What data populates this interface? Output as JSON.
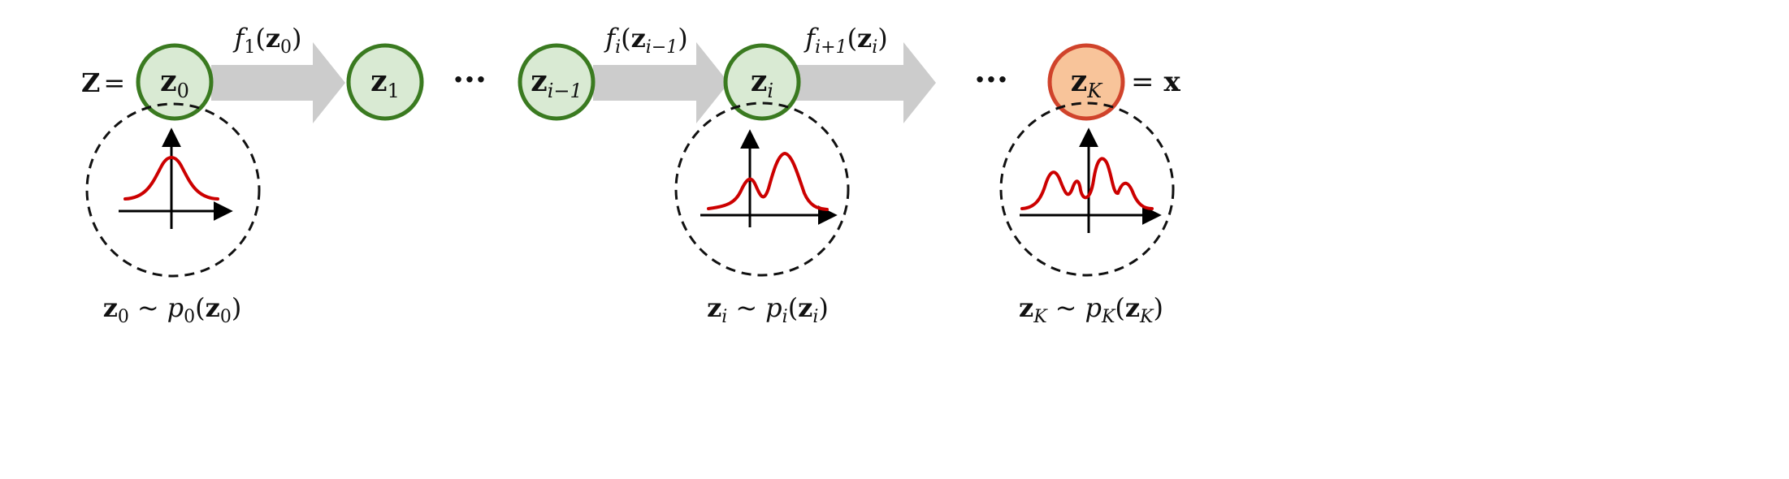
{
  "diagram": {
    "prefix": {
      "letter": "Z",
      "equals": "="
    },
    "suffix": {
      "equals": "=",
      "letter": "x"
    },
    "ellipsis": "···",
    "tilde": "~",
    "nodes": [
      {
        "base": "z",
        "sub": "0",
        "kind": "normal"
      },
      {
        "base": "z",
        "sub": "1",
        "kind": "normal"
      },
      {
        "base": "z",
        "sub": "i−1",
        "kind": "normal"
      },
      {
        "base": "z",
        "sub": "i",
        "kind": "normal"
      },
      {
        "base": "z",
        "sub": "K",
        "kind": "output"
      }
    ],
    "flows": [
      {
        "f": "f",
        "sub": "1",
        "lp": "(",
        "arg_base": "z",
        "arg_sub": "0",
        "rp": ")"
      },
      {
        "f": "f",
        "sub": "i",
        "lp": "(",
        "arg_base": "z",
        "arg_sub": "i−1",
        "rp": ")"
      },
      {
        "f": "f",
        "sub": "i+1",
        "lp": "(",
        "arg_base": "z",
        "arg_sub": "i",
        "rp": ")"
      }
    ],
    "distributions": [
      {
        "z_base": "z",
        "z_sub": "0",
        "p": "p",
        "p_sub": "0",
        "lp": "(",
        "arg_base": "z",
        "arg_sub": "0",
        "rp": ")"
      },
      {
        "z_base": "z",
        "z_sub": "i",
        "p": "p",
        "p_sub": "i",
        "lp": "(",
        "arg_base": "z",
        "arg_sub": "i",
        "rp": ")"
      },
      {
        "z_base": "z",
        "z_sub": "K",
        "p": "p",
        "p_sub": "K",
        "lp": "(",
        "arg_base": "z",
        "arg_sub": "K",
        "rp": ")"
      }
    ],
    "colors": {
      "node_fill": "#d9ead3",
      "node_stroke": "#3a7a20",
      "output_fill": "#f8c49a",
      "output_stroke": "#d0432b",
      "arrow": "#cccccc",
      "curve": "#cc0000",
      "axis": "#000000",
      "dashed": "#111111"
    }
  }
}
